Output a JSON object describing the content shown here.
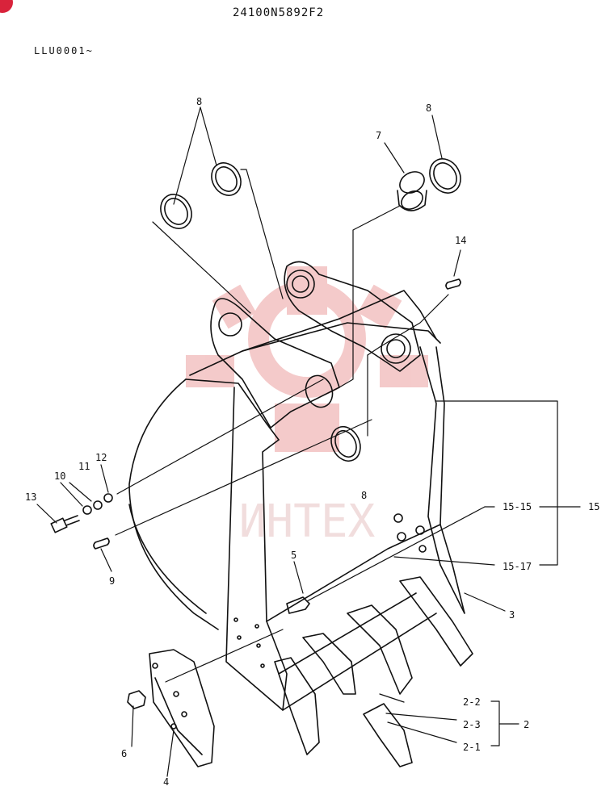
{
  "document": {
    "part_code": "24100N5892F2",
    "serial_range": "LLU0001~"
  },
  "watermark": {
    "text": "ИНТЕХ",
    "color": "#e8a3a3"
  },
  "colors": {
    "ink": "#111111",
    "accent_mark": "#d9233b"
  },
  "callouts": {
    "c8a": "8",
    "c8b": "8",
    "c8c": "8",
    "c7": "7",
    "c14": "14",
    "c15_15": "15-15",
    "c15": "15",
    "c15_17": "15-17",
    "c3": "3",
    "c13": "13",
    "c10": "10",
    "c11": "11",
    "c12": "12",
    "c9": "9",
    "c5": "5",
    "c6": "6",
    "c4": "4",
    "c2_2": "2-2",
    "c2_3": "2-3",
    "c2_1": "2-1",
    "c2": "2"
  }
}
